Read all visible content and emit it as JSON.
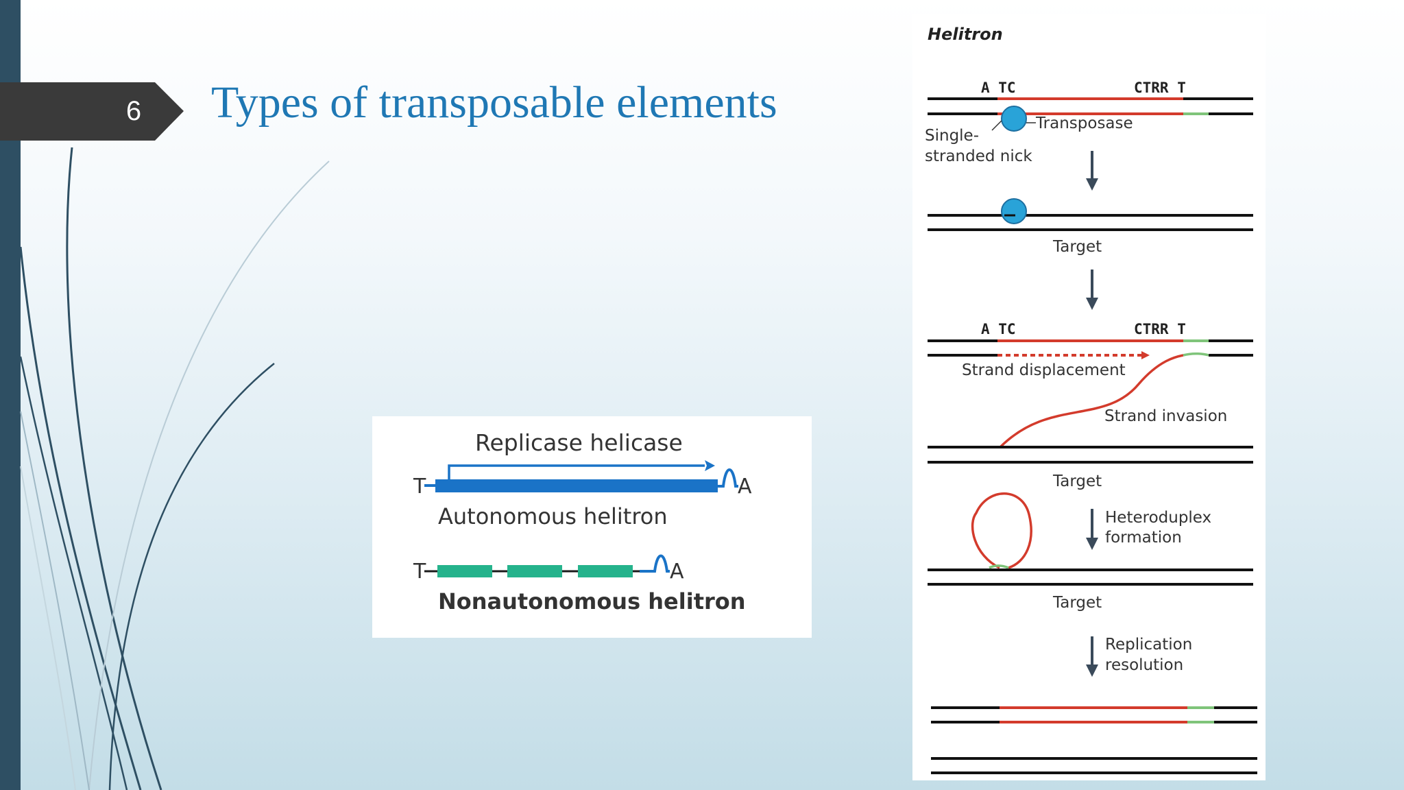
{
  "slide": {
    "number": "6",
    "title": "Types of transposable elements"
  },
  "structures": {
    "autonomous": {
      "label": "Autonomous helitron",
      "gene_label": "Replicase helicase",
      "end_5": "T",
      "end_3": "A"
    },
    "nonautonomous": {
      "label": "Nonautonomous helitron",
      "end_5": "T",
      "end_3": "A"
    }
  },
  "mechanism": {
    "title": "Helitron",
    "step1": {
      "left_seq": "A TC",
      "right_seq": "CTRR T",
      "transposase": "Transposase",
      "nick_line1": "Single-",
      "nick_line2": "stranded nick"
    },
    "step2": {
      "target": "Target"
    },
    "step3": {
      "left_seq": "A TC",
      "right_seq": "CTRR T",
      "strand_displacement": "Strand displacement",
      "strand_invasion": "Strand invasion",
      "target": "Target"
    },
    "step4": {
      "arrow_label_line1": "Heteroduplex",
      "arrow_label_line2": "formation",
      "target": "Target"
    },
    "step5": {
      "arrow_label_line1": "Replication",
      "arrow_label_line2": "resolution"
    }
  },
  "colors": {
    "dna": "#111111",
    "helitron_red": "#d33b2c",
    "terminal_green": "#7fc47a",
    "transposase_blue": "#29a3d8",
    "gene_blue": "#1a73c7",
    "block_green": "#25b38c",
    "title_blue": "#1f78b4"
  }
}
